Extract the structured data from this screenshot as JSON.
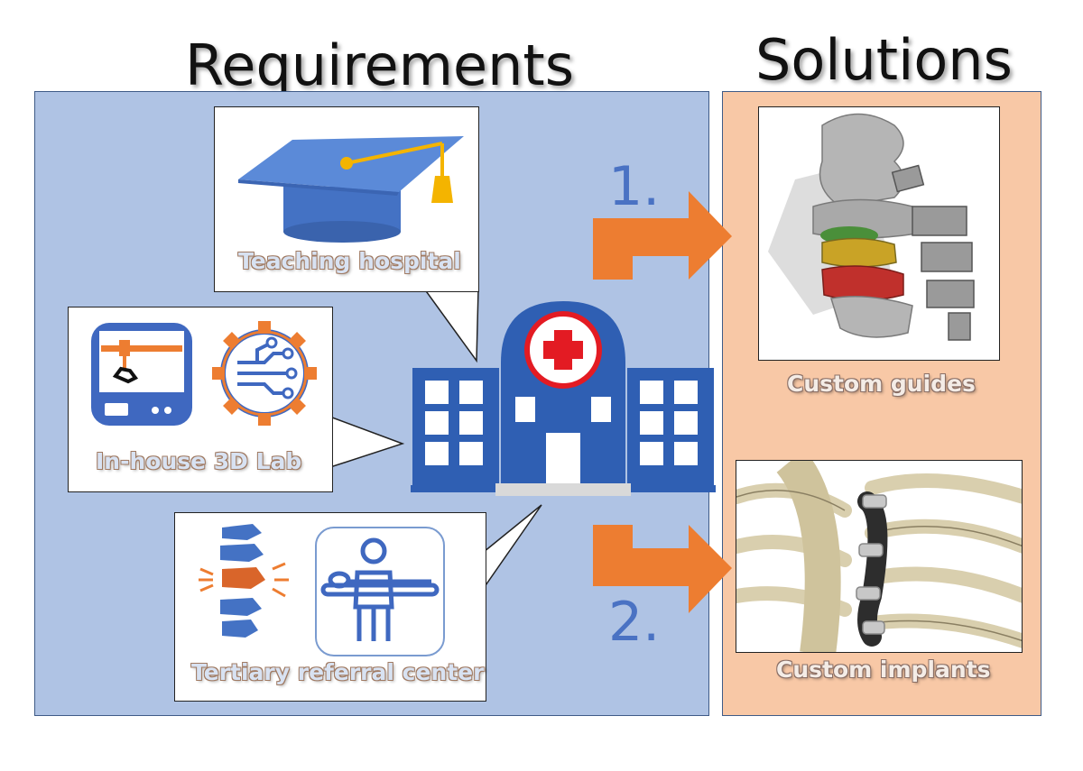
{
  "headings": {
    "requirements": "Requirements",
    "solutions": "Solutions"
  },
  "requirements": {
    "teaching": "Teaching hospital",
    "lab": "In-house 3D Lab",
    "referral": "Tertiary referral center"
  },
  "solutions": {
    "step1": "1.",
    "step2": "2.",
    "guides": "Custom guides",
    "implants": "Custom implants"
  },
  "colors": {
    "left_panel": "#afc3e4",
    "right_panel": "#f8c8a6",
    "arrow": "#ed7d31",
    "hospital_blue": "#2f5fb3",
    "cross_red": "#e31b23"
  },
  "icons": [
    "graduation-cap-icon",
    "3d-printer-icon",
    "gear-circuit-icon",
    "hospital-icon",
    "spine-icon",
    "doctor-icon"
  ]
}
